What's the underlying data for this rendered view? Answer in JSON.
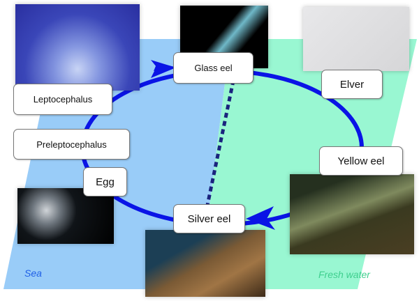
{
  "regions": {
    "sea": "Sea",
    "fresh_water": "Fresh water"
  },
  "stages": {
    "glass_eel": "Glass eel",
    "elver": "Elver",
    "yellow_eel": "Yellow eel",
    "silver_eel": "Silver eel",
    "egg": "Egg",
    "preleptocephalus": "Preleptocephalus",
    "leptocephalus": "Leptocephalus"
  },
  "colors": {
    "sea": "#99ccf8",
    "fresh_water": "#99f7d2",
    "cycle": "#0a14e6",
    "divider": "#1a237e",
    "sea_text": "#1e5ee6",
    "fresh_text": "#3fcf8e"
  }
}
